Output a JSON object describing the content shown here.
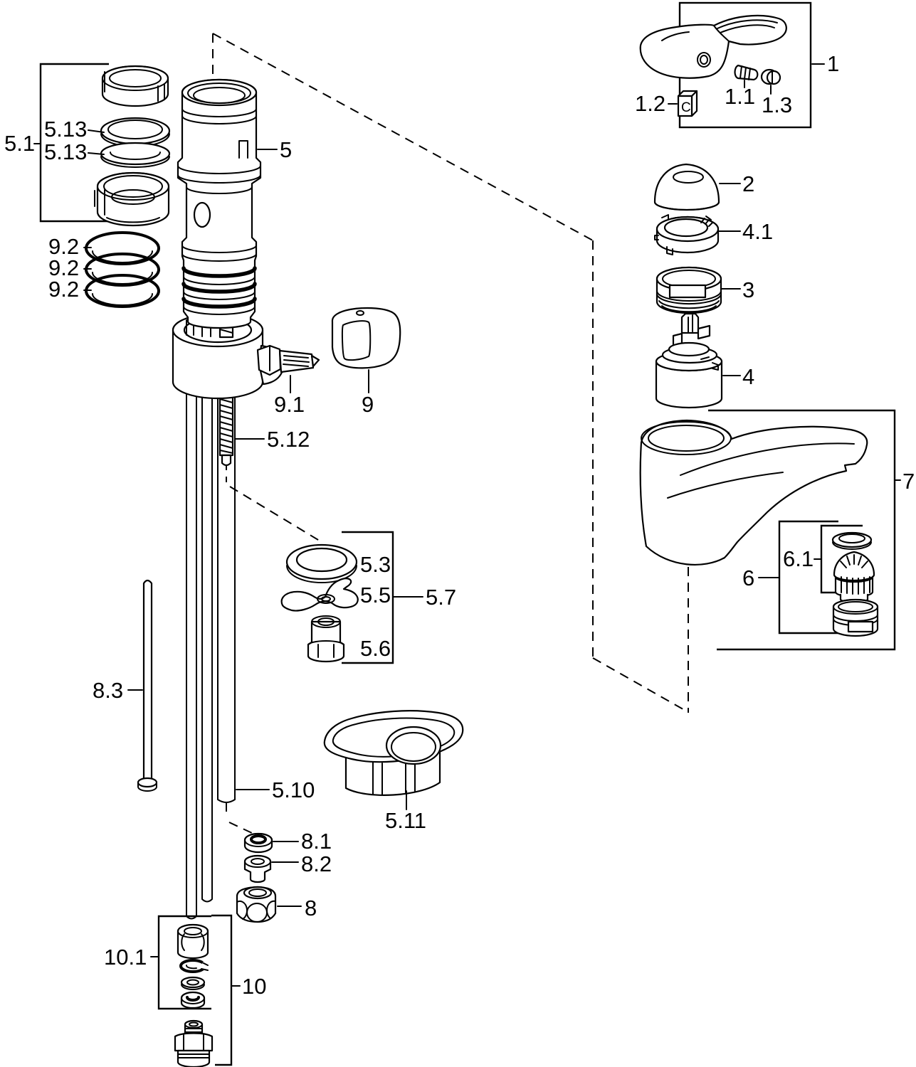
{
  "diagram": {
    "kind": "exploded-parts-diagram",
    "colors": {
      "ink": "#000000",
      "paper": "#ffffff"
    },
    "markings": {
      "handle_adapter": "C"
    },
    "parts": [
      {
        "label": "1"
      },
      {
        "label": "1.1"
      },
      {
        "label": "1.2"
      },
      {
        "label": "1.3"
      },
      {
        "label": "2"
      },
      {
        "label": "4.1"
      },
      {
        "label": "3"
      },
      {
        "label": "4"
      },
      {
        "label": "5"
      },
      {
        "label": "5.1"
      },
      {
        "label": "5.13"
      },
      {
        "label": "5.13"
      },
      {
        "label": "9.2"
      },
      {
        "label": "9.2"
      },
      {
        "label": "9.2"
      },
      {
        "label": "9.1"
      },
      {
        "label": "9"
      },
      {
        "label": "5.12"
      },
      {
        "label": "5.3"
      },
      {
        "label": "5.5"
      },
      {
        "label": "5.6"
      },
      {
        "label": "5.7"
      },
      {
        "label": "8.3"
      },
      {
        "label": "5.10"
      },
      {
        "label": "5.11"
      },
      {
        "label": "8.1"
      },
      {
        "label": "8.2"
      },
      {
        "label": "8"
      },
      {
        "label": "10.1"
      },
      {
        "label": "10"
      },
      {
        "label": "6"
      },
      {
        "label": "6.1"
      },
      {
        "label": "7"
      }
    ]
  }
}
